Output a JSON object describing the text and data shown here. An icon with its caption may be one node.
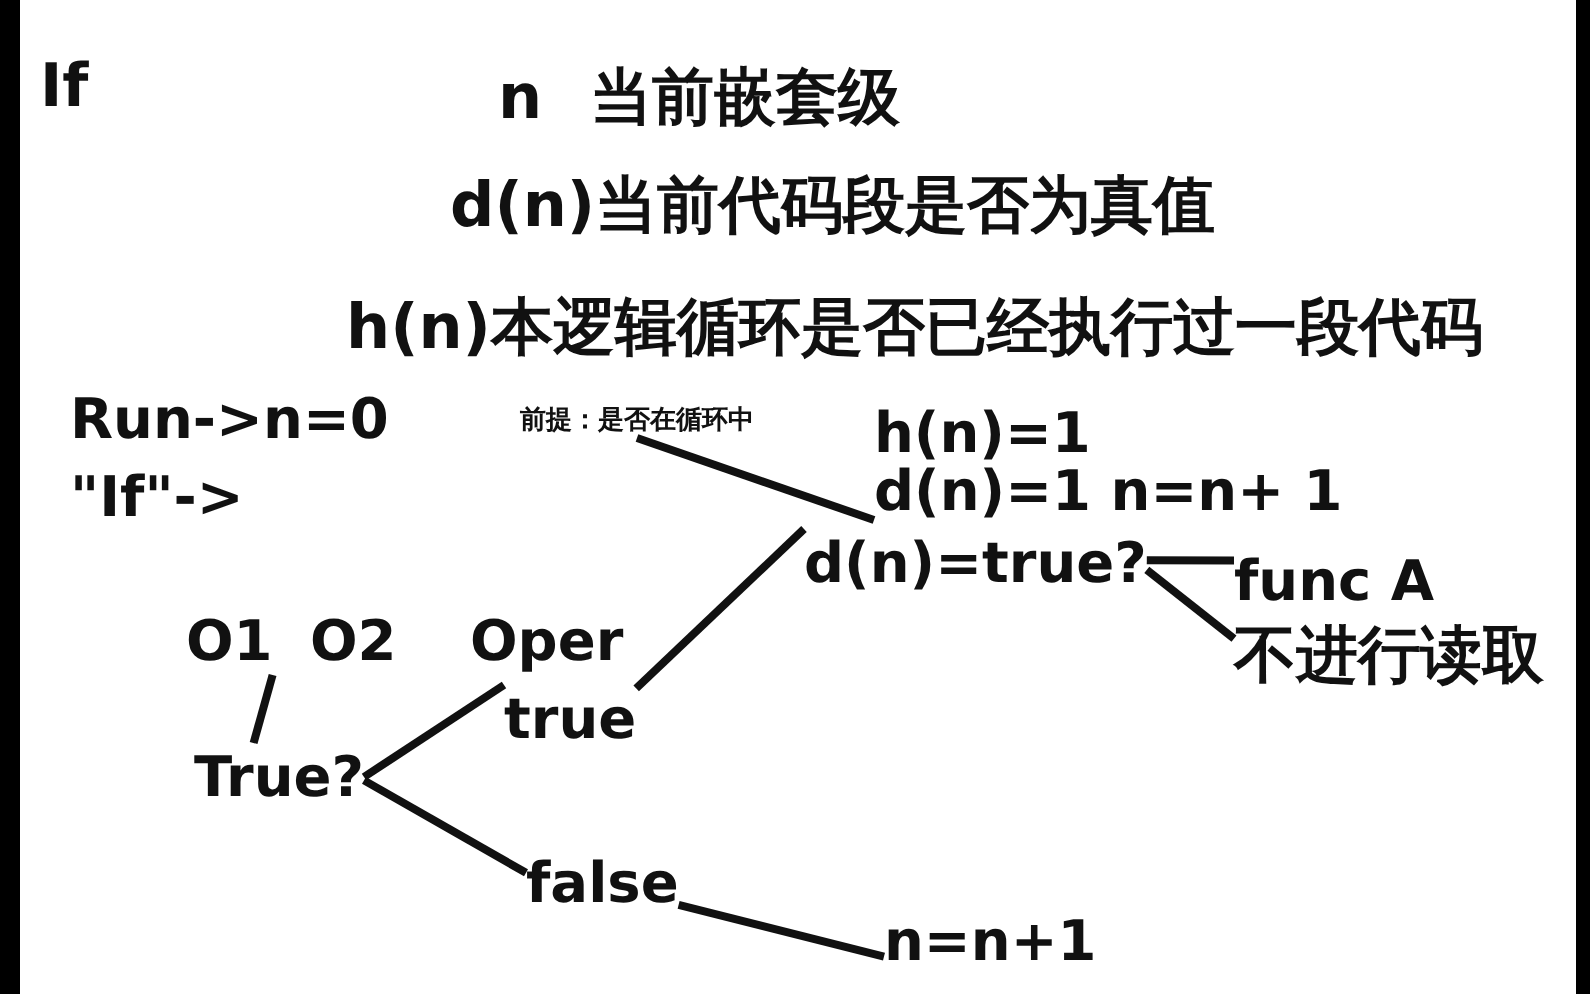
{
  "diagram": {
    "title": "If",
    "nodes": [
      {
        "text": [
          "前提：是否在循环中"
        ]
      },
      {
        "text": [
          "h(n)=1",
          "d(n)=1 n=n+ 1"
        ]
      },
      {
        "text": [
          "d(n)=true?"
        ]
      },
      {
        "text": [
          "func A"
        ]
      },
      {
        "text": [
          "O1"
        ]
      },
      {
        "text": [
          "不进行读取"
        ]
      },
      {
        "text": [
          "true"
        ]
      },
      {
        "text": [
          "True?"
        ]
      },
      {
        "text": [
          "false"
        ]
      },
      {
        "text": [
          "n=n+1"
        ]
      }
    ],
    "edges": [
      {
        "from": 4,
        "to": 7,
        "arrow": "none"
      },
      {
        "from": 7,
        "to": 6,
        "arrow": "none"
      },
      {
        "from": 7,
        "to": 8,
        "arrow": "none"
      },
      {
        "from": 6,
        "to": 2,
        "arrow": "none"
      },
      {
        "from": 0,
        "to": 1,
        "arrow": "none"
      },
      {
        "from": 2,
        "to": 3,
        "arrow": "none"
      },
      {
        "from": 2,
        "to": 5,
        "arrow": "none"
      },
      {
        "from": 8,
        "to": 9,
        "arrow": "none"
      }
    ],
    "labels": [
      "n",
      "当前嵌套级",
      "d(n)当前代码段是否为真值",
      "h(n)本逻辑循环是否已经执行过一段代码",
      "Run->n=0",
      "\"If\"->",
      "O2",
      "Oper"
    ]
  }
}
